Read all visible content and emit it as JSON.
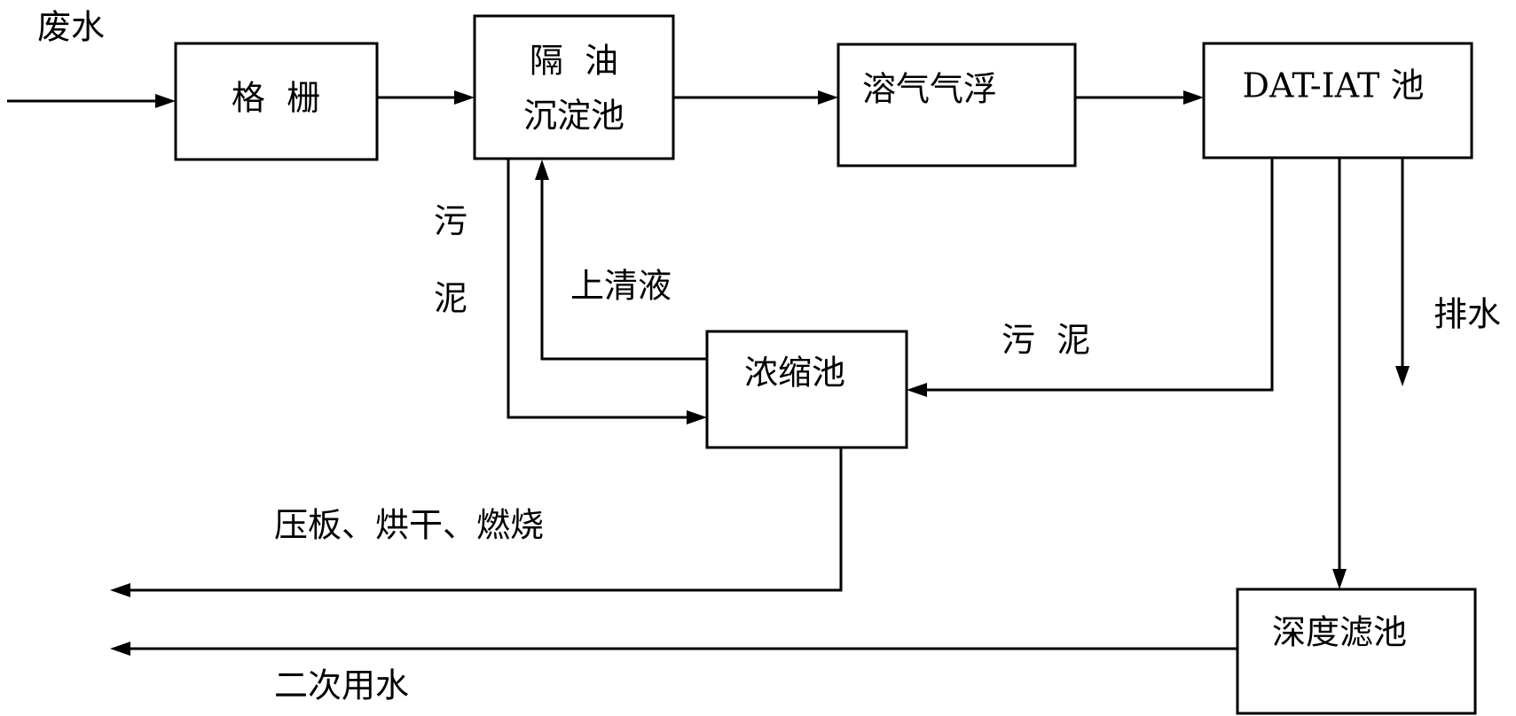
{
  "nodes": {
    "grating": "格  栅",
    "oil_separator_line1": "隔  油",
    "oil_separator_line2": "沉淀池",
    "daf": "溶气气浮",
    "dat_iat": "DAT-IAT 池",
    "thickener": "浓缩池",
    "deep_filter": "深度滤池"
  },
  "labels": {
    "wastewater": "废水",
    "sludge_vertical_1": "污",
    "sludge_vertical_2": "泥",
    "supernatant": "上清液",
    "sludge_horizontal": "污  泥",
    "discharge": "排水",
    "press_dry_burn": "压板、烘干、燃烧",
    "reuse_water": "二次用水"
  }
}
